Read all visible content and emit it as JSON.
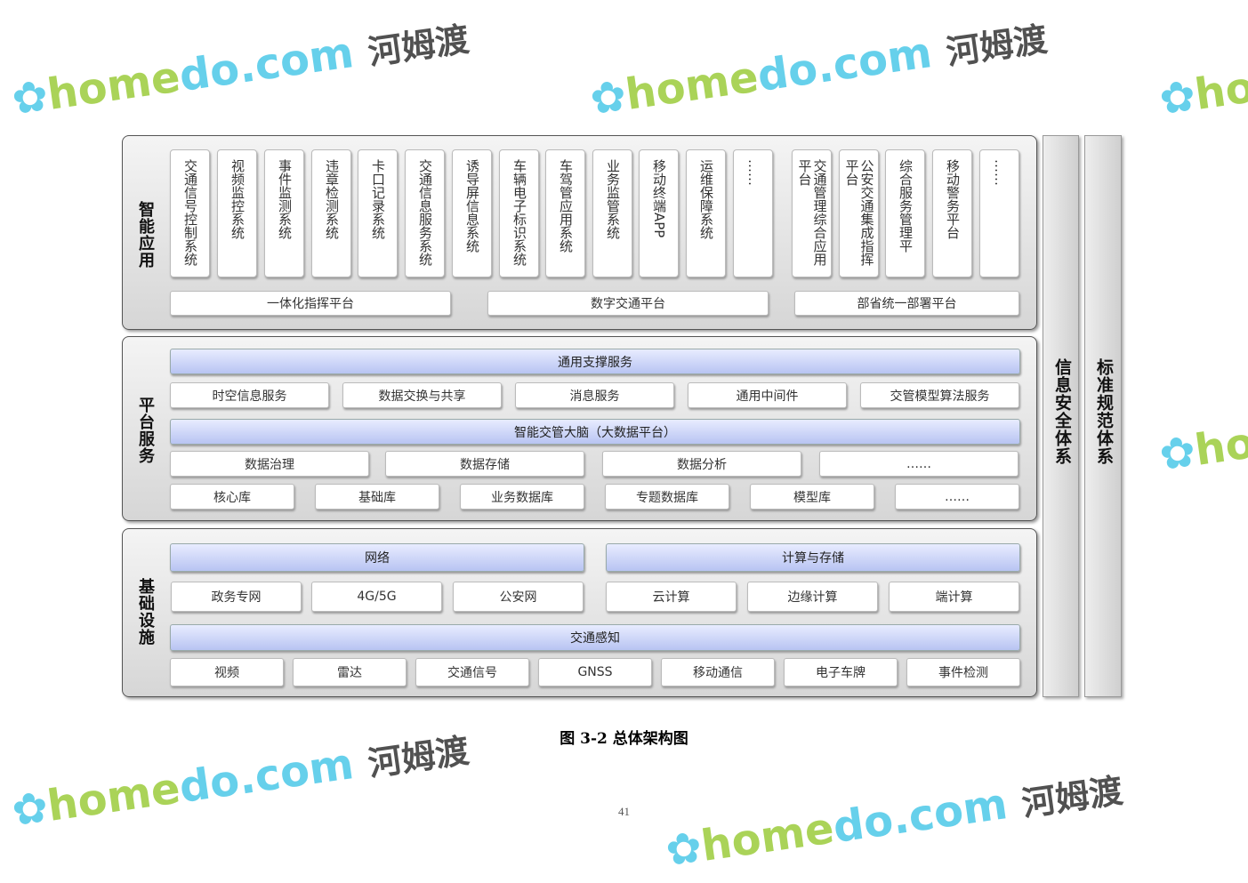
{
  "layers": {
    "app": {
      "label": "智能应用",
      "systems": [
        "交通信号控制系统",
        "视频监控系统",
        "事件监测系统",
        "违章检测系统",
        "卡口记录系统",
        "交通信息服务系统",
        "诱导屏信息系统",
        "车辆电子标识系统",
        "车驾管应用系统",
        "业务监管系统",
        "移动终端APP",
        "运维保障系统",
        "……",
        "交通管理综合应用平台",
        "公安交通集成指挥平台",
        "综合服务管理平",
        "移动警务平台",
        "……"
      ],
      "platforms": [
        "一体化指挥平台",
        "数字交通平台",
        "部省统一部署平台"
      ]
    },
    "platform": {
      "label": "平台服务",
      "support_title": "通用支撑服务",
      "support_items": [
        "时空信息服务",
        "数据交换与共享",
        "消息服务",
        "通用中间件",
        "交管模型算法服务"
      ],
      "brain_title": "智能交管大脑（大数据平台）",
      "data_items": [
        "数据治理",
        "数据存储",
        "数据分析",
        "……"
      ],
      "db_items": [
        "核心库",
        "基础库",
        "业务数据库",
        "专题数据库",
        "模型库",
        "……"
      ]
    },
    "infra": {
      "label": "基础设施",
      "network_title": "网络",
      "compute_title": "计算与存储",
      "network_items": [
        "政务专网",
        "4G/5G",
        "公安网"
      ],
      "compute_items": [
        "云计算",
        "边缘计算",
        "端计算"
      ],
      "sensing_title": "交通感知",
      "sensing_items": [
        "视频",
        "雷达",
        "交通信号",
        "GNSS",
        "移动通信",
        "电子车牌",
        "事件检测"
      ]
    },
    "security": "信息安全体系",
    "standards": "标准规范体系"
  },
  "caption": "图 3-2 总体架构图",
  "page_number": "41",
  "watermark": {
    "brand": "homedo.com",
    "cn": "河姆渡"
  }
}
